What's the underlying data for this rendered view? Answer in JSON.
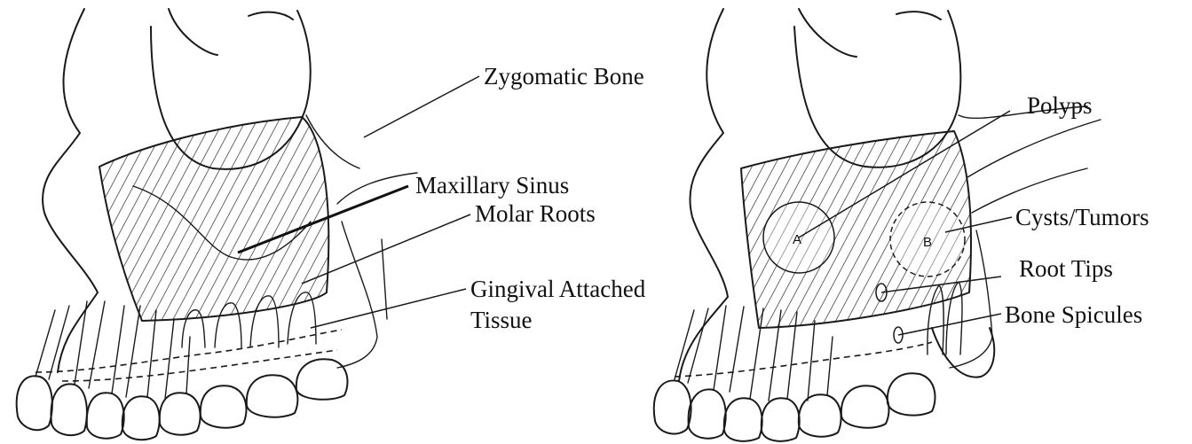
{
  "left_panel": {
    "labels": {
      "zygomatic_bone": "Zygomatic Bone",
      "maxillary_sinus": "Maxillary Sinus",
      "molar_roots": "Molar Roots",
      "gingival_line1": "Gingival Attached",
      "gingival_line2": "Tissue"
    }
  },
  "right_panel": {
    "labels": {
      "polyps": "Polyps",
      "cysts_tumors": "Cysts/Tumors",
      "root_tips": "Root Tips",
      "bone_spicules": "Bone Spicules"
    },
    "markers": {
      "a": "A",
      "b": "B"
    }
  }
}
